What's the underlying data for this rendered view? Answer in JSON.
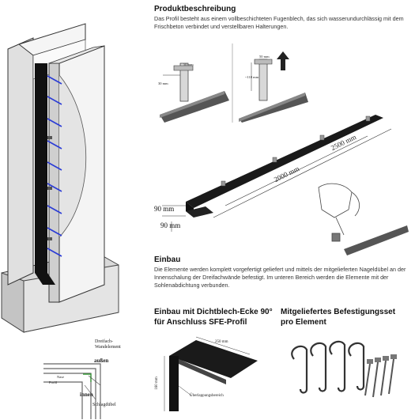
{
  "product": {
    "heading": "Produktbeschreibung",
    "text": "Das Profil besteht aus einem vollbeschichteten Fugenblech, das sich wasserundurchlässig mit dem Frischbeton verbindet und verstellbaren Halterungen."
  },
  "clip_detail": {
    "dim_a": "50 mm",
    "dim_b": "30 mm",
    "dim_c": "50 mm",
    "dim_d": "~110 mm"
  },
  "profile": {
    "len_a": "2500 mm",
    "len_b": "2000 mm",
    "height": "90 mm",
    "width": "90 mm"
  },
  "install": {
    "heading": "Einbau",
    "text": "Die Elemente werden komplett vorgefertigt geliefert und mittels der mitgelieferten Nageldübel an der Innenschalung der Dreifachwände befestigt. Im unteren Bereich werden die Elemente mit der Sohlenabdichtung verbunden."
  },
  "corner": {
    "heading_1": "Einbau mit Dichtblech-Ecke 90°",
    "heading_2": "für Anschluss SFE-Profil",
    "dim_top": "250 mm",
    "dim_side": "160 mm",
    "overlap": "Überlappungsbereich"
  },
  "fastening": {
    "heading_1": "Mitgeliefertes Befestigungsset",
    "heading_2": "pro Element"
  },
  "plan": {
    "wall_label_1": "Dreifach-",
    "wall_label_2": "Wandelement",
    "outside": "außen",
    "inside": "innen",
    "nail_label": "Schlagdübel",
    "small_1": "Nase",
    "small_2": "Profil"
  },
  "colors": {
    "accent_blue": "#2a3bd6",
    "profile_black": "#111111"
  }
}
